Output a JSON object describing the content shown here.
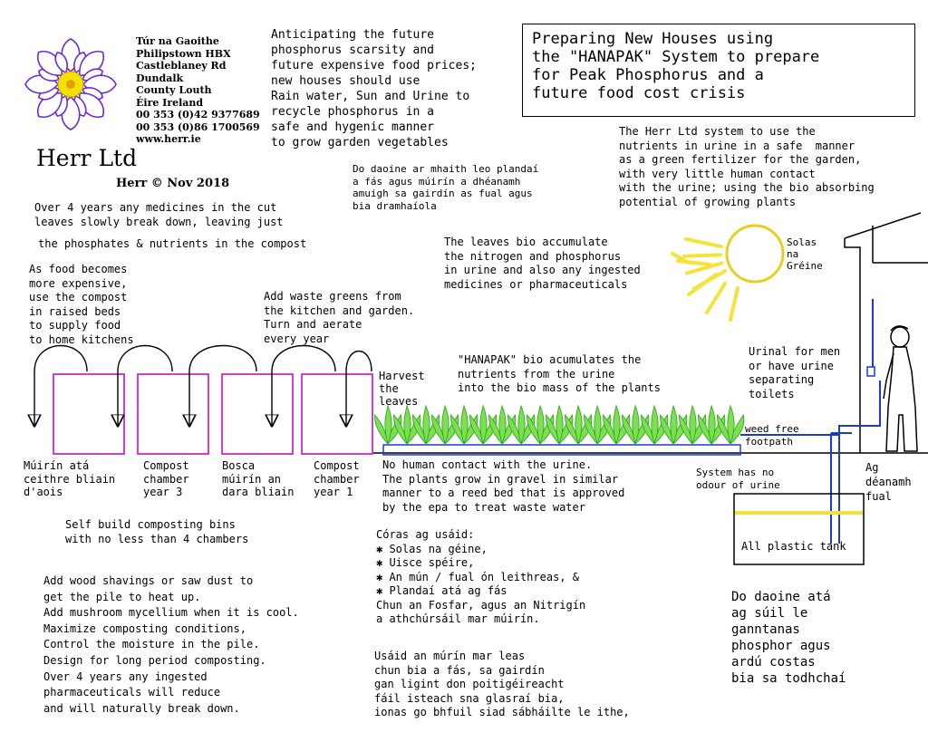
{
  "address": {
    "lines": [
      "Túr na Gaoithe",
      "Philipstown HBX",
      "Castleblaney Rd",
      "Dundalk",
      "County Louth",
      "Éire Ireland",
      "00 353 (0)42 9377689",
      "00 353 (0)86 1700569",
      "www.herr.ie"
    ]
  },
  "company": {
    "name": "Herr Ltd",
    "copyright": "Herr © Nov 2018"
  },
  "title": {
    "lines": [
      "Preparing New Houses using",
      "the \"HANAPAK\" System to prepare",
      "for Peak Phosphorus and a",
      "future food cost crisis"
    ]
  },
  "texts": {
    "anticipating": [
      "Anticipating the future",
      "phosphorus scarsity and",
      "future expensive food prices;",
      "new houses should use",
      "Rain water, Sun and Urine to",
      "recycle phosphorus in a",
      "safe and hygenic manner",
      "to grow garden vegetables"
    ],
    "herr_system": [
      "The Herr Ltd system to use the",
      "nutrients in urine in a safe  manner",
      "as a green fertilizer for the garden,",
      "with very little human contact",
      "with the urine; using the bio absorbing",
      "potential of growing plants"
    ],
    "irish_plants": [
      "Do daoine ar mhaith leo plandaí",
      "a fás agus múirín a dhéanamh",
      "amuigh sa gairdín as fual agus",
      "bia dramhaíola"
    ],
    "medicines_compost": [
      "Over 4 years any medicines in the cut",
      "leaves slowly break down, leaving just"
    ],
    "phosphates": "the phosphates & nutrients in the compost",
    "food_expensive": [
      "As food becomes",
      "more expensive,",
      "use the compost",
      "in raised beds",
      "to supply food",
      "to home kitchens"
    ],
    "waste_greens": [
      "Add waste greens from",
      "the kitchen and garden.",
      "Turn and aerate",
      "every year"
    ],
    "leaves_accumulate": [
      "The leaves bio accumulate",
      "the nitrogen and phosphorus",
      "in urine and also any ingested",
      "medicines or pharmaceuticals"
    ],
    "solas": [
      "Solas",
      "na",
      "Gréine"
    ],
    "hanapak": [
      "\"HANAPAK\" bio acumulates the",
      "nutrients from the urine",
      "into the bio mass of the plants"
    ],
    "harvest": [
      "Harvest",
      "the",
      "leaves"
    ],
    "urinal": [
      "Urinal for men",
      "or have urine",
      "separating",
      "toilets"
    ],
    "weed_free": [
      "weed free",
      "footpath"
    ],
    "bin_1": [
      "Múirín atá",
      "ceithre bliain",
      "d'aois"
    ],
    "bin_2": [
      "Compost",
      "chamber",
      "year 3"
    ],
    "bin_3": [
      "Bosca",
      "múirín an",
      "dara bliain"
    ],
    "bin_4": [
      "Compost",
      "chamber",
      "year 1"
    ],
    "no_contact": [
      "No human contact with the urine.",
      "The plants grow in gravel in similar",
      "manner to a reed bed that is approved",
      "by the epa to treat waste water"
    ],
    "no_odour": [
      "System has no",
      "odour of urine"
    ],
    "ag_deanamh": [
      "Ag",
      "déanamh",
      "fual"
    ],
    "tank": "All plastic tank",
    "self_build": [
      "Self build composting bins",
      "with no less than 4 chambers"
    ],
    "coras": [
      "Córas ag usáid:",
      "✱ Solas na géine,",
      "✱ Uisce spéire,",
      "✱ An mún / fual ón leithreas, &",
      "✱ Plandaí atá ag fás",
      "Chun an Fosfar, agus an Nitrigín",
      "a athchúrsáil mar múirín."
    ],
    "wood_shavings": [
      "Add wood shavings or saw dust to",
      "get the pile to heat up.",
      "Add mushroom mycellium when it is cool.",
      "Maximize composting conditions,",
      "Control the moisture in the pile.",
      "Design for long period composting.",
      "Over 4 years any ingested",
      "pharmaceuticals will reduce",
      "and will naturally break down."
    ],
    "usaid": [
      "Usáid an múrín mar leas",
      "chun bia a fás, sa gairdín",
      "gan ligint don poitigéireacht",
      "fáil isteach sna glasraí bia,",
      "ionas go bhfuil siad sábháilte le ithe,"
    ],
    "do_daoine": [
      "Do daoine atá",
      "ag súil le",
      "ganntanas",
      "phosphor agus",
      "ardú costas",
      "bia sa todhchaí"
    ]
  },
  "colors": {
    "bin_outline": "#c000c0",
    "bed_outline": "#1a3ad6",
    "plants": "#55e040",
    "sun": "#f5e23a",
    "pipe": "#1a3ad6",
    "tank_water": "#f0e040"
  }
}
